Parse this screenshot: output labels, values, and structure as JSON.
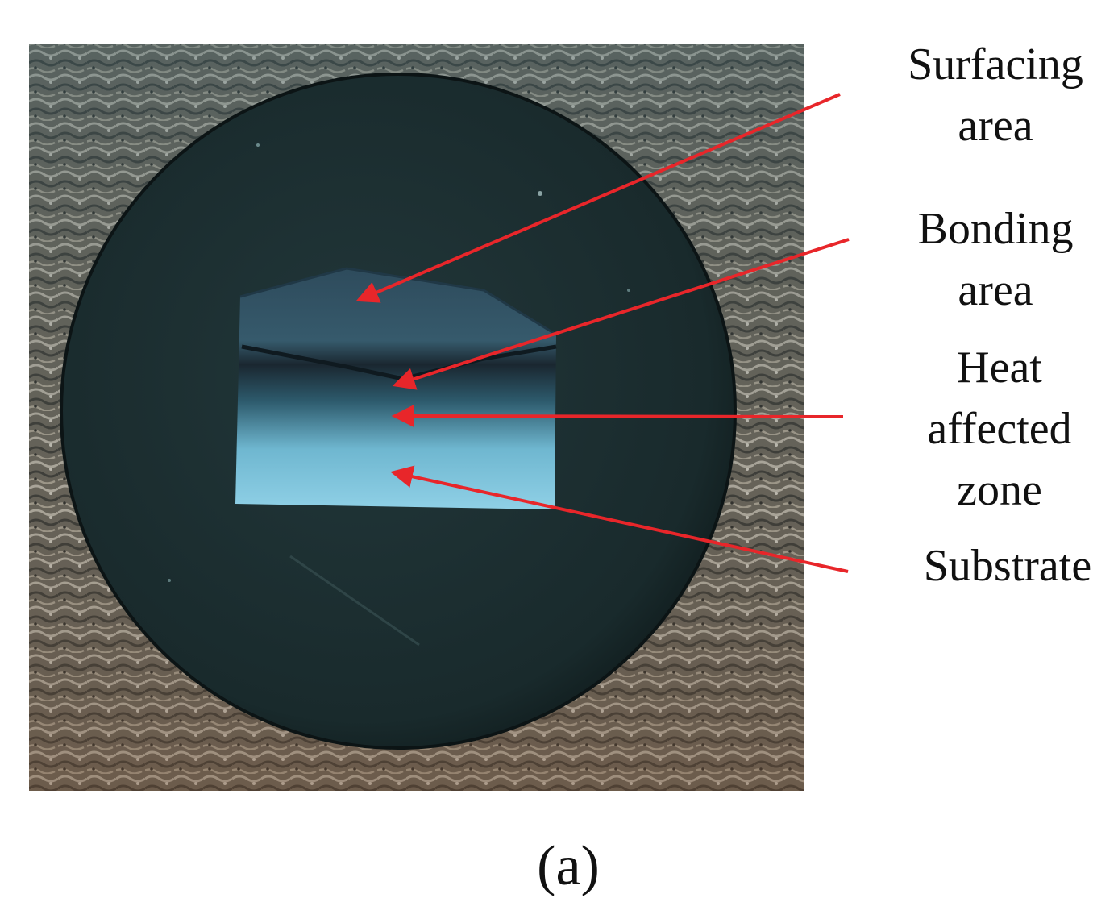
{
  "figure": {
    "labels": {
      "surfacing": "Surfacing\narea",
      "bonding": "Bonding\narea",
      "heat": "Heat\naffected\nzone",
      "substrate": "Substrate"
    },
    "caption": "(a)",
    "colors": {
      "background_texture": "#8a8272",
      "disc": "#1b2b2e",
      "sample_top": "#2c4a5a",
      "sample_bottom": "#7fc4dc",
      "arrow": "#e8262a"
    }
  }
}
